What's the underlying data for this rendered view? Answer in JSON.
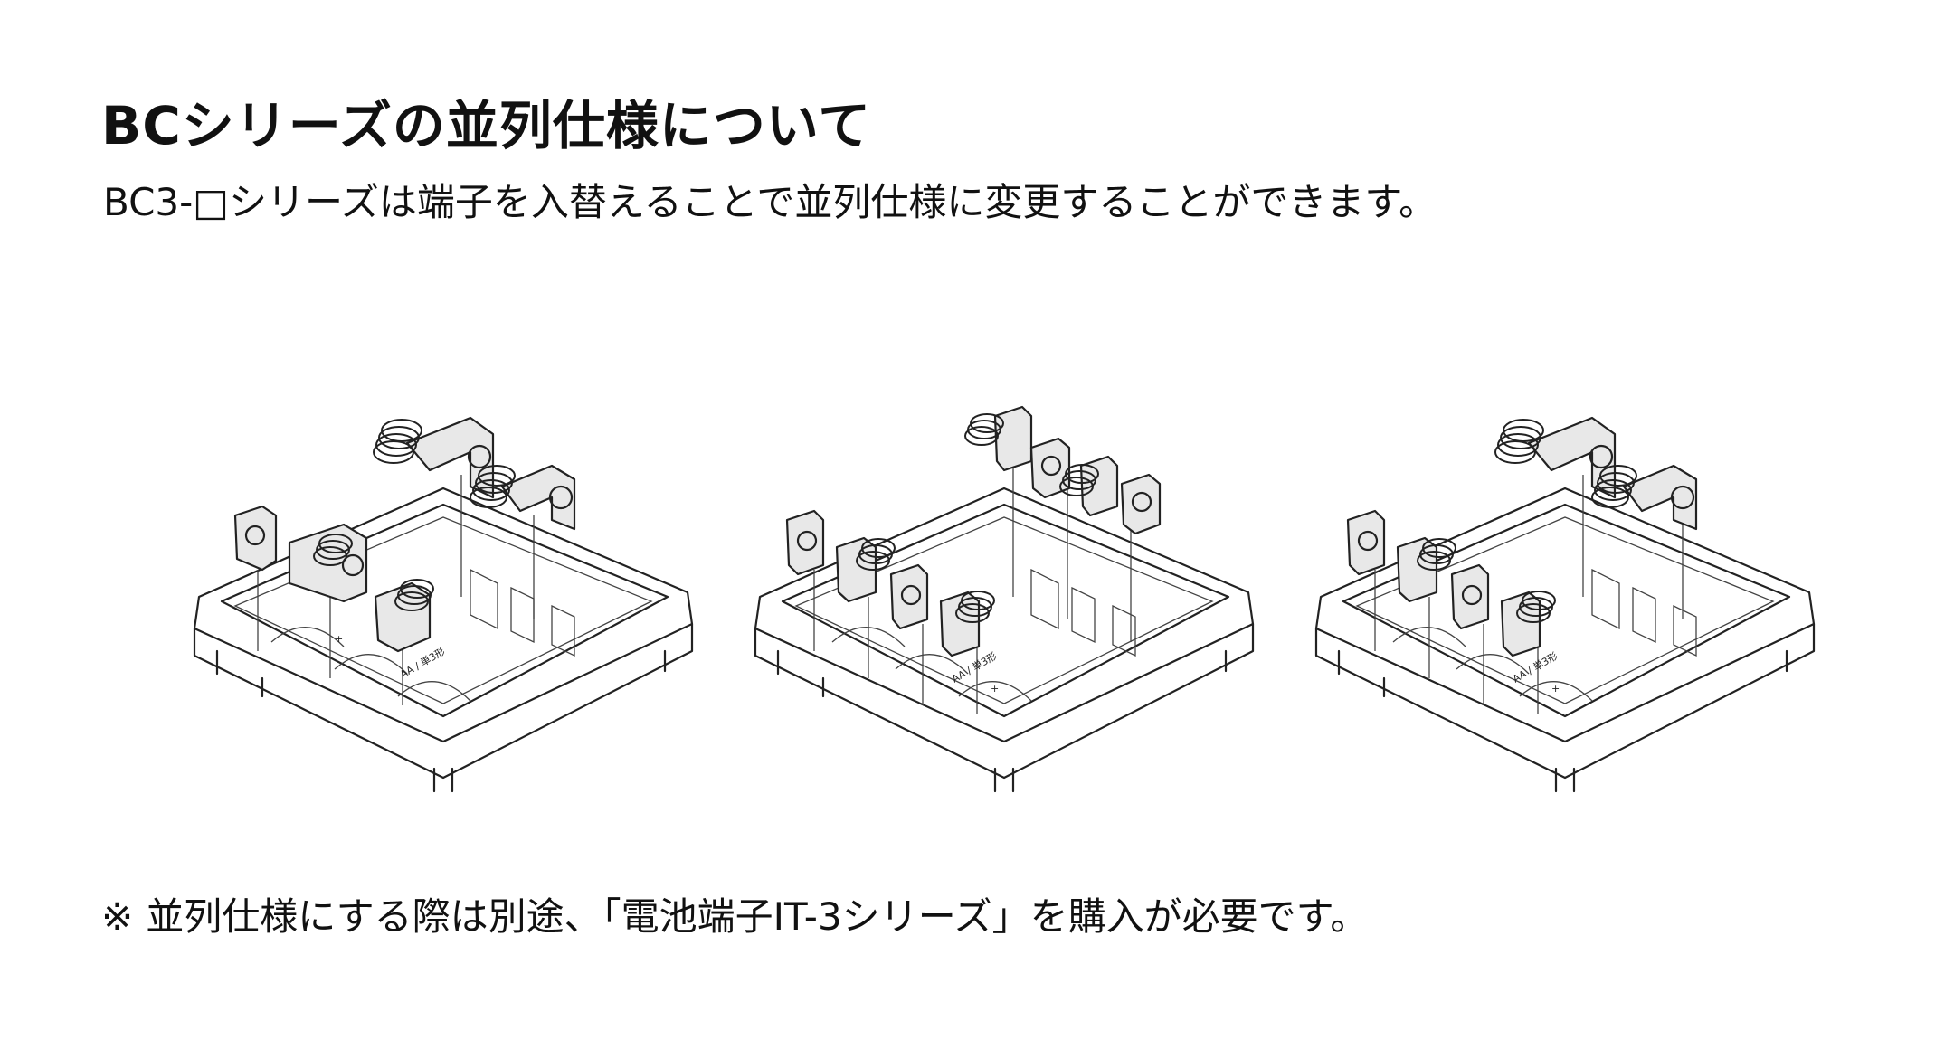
{
  "heading": {
    "title": "BCシリーズの並列仕様について",
    "subtitle": "BC3-□シリーズは端子を入替えることで並列仕様に変更することができます。"
  },
  "figures": [
    {
      "label_text": "AA / 単3形",
      "sign": "+"
    },
    {
      "label_text": "AA / 単3形",
      "sign": "+"
    },
    {
      "label_text": "AA / 単3形",
      "sign": "+"
    }
  ],
  "note": {
    "mark": "※",
    "text": "並列仕様にする際は別途、「電池端子IT-3シリーズ」を購入が必要です。"
  }
}
